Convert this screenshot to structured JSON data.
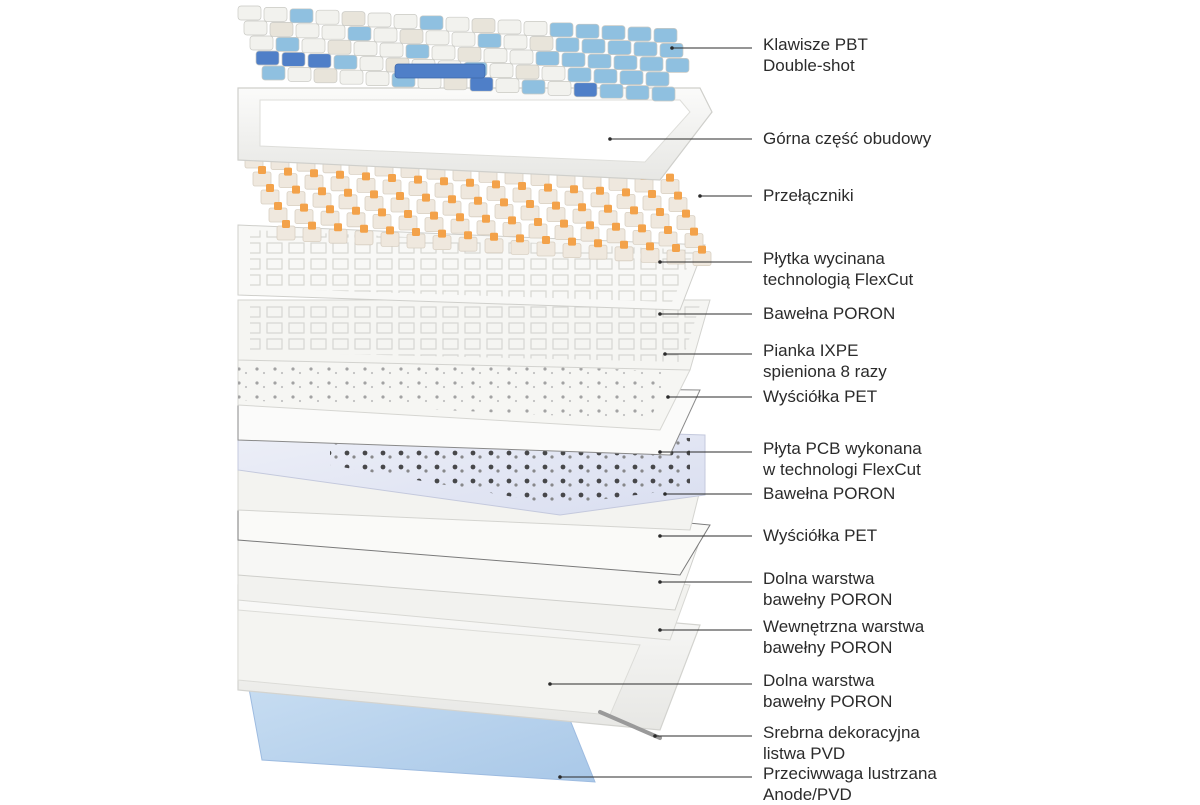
{
  "diagram": {
    "layers": [
      {
        "id": "keycaps",
        "lines": [
          "Klawisze PBT",
          "Double-shot"
        ]
      },
      {
        "id": "top-case",
        "lines": [
          "Górna część obudowy"
        ]
      },
      {
        "id": "switches",
        "lines": [
          "Przełączniki"
        ]
      },
      {
        "id": "plate",
        "lines": [
          "Płytka wycinana",
          "technologią FlexCut"
        ]
      },
      {
        "id": "poron-1",
        "lines": [
          "Bawełna PORON"
        ]
      },
      {
        "id": "ixpe",
        "lines": [
          "Pianka IXPE",
          "spieniona 8 razy"
        ]
      },
      {
        "id": "pet-1",
        "lines": [
          "Wyściółka PET"
        ]
      },
      {
        "id": "pcb",
        "lines": [
          "Płyta PCB wykonana",
          "w technologi FlexCut"
        ]
      },
      {
        "id": "poron-2",
        "lines": [
          "Bawełna PORON"
        ]
      },
      {
        "id": "pet-2",
        "lines": [
          "Wyściółka PET"
        ]
      },
      {
        "id": "poron-bottom-1",
        "lines": [
          "Dolna warstwa",
          "bawełny PORON"
        ]
      },
      {
        "id": "poron-inner",
        "lines": [
          "Wewnętrzna warstwa",
          "bawełny PORON"
        ]
      },
      {
        "id": "poron-bottom-2",
        "lines": [
          "Dolna warstwa",
          "bawełny PORON"
        ]
      },
      {
        "id": "pvd-strip",
        "lines": [
          "Srebrna dekoracyjna",
          "listwa PVD"
        ]
      },
      {
        "id": "counterweight",
        "lines": [
          "Przeciwwaga lustrzana",
          "Anode/PVD"
        ]
      }
    ],
    "colors": {
      "line": "#2b2b2b",
      "keycap_blue": "#8fc0e0",
      "keycap_darkblue": "#4f7fc8",
      "keycap_white": "#f2f2ee",
      "switch_orange": "#f3a24a",
      "pcb_tint": "#dfe3f2",
      "weight_blue": "#b9d4ee"
    }
  }
}
